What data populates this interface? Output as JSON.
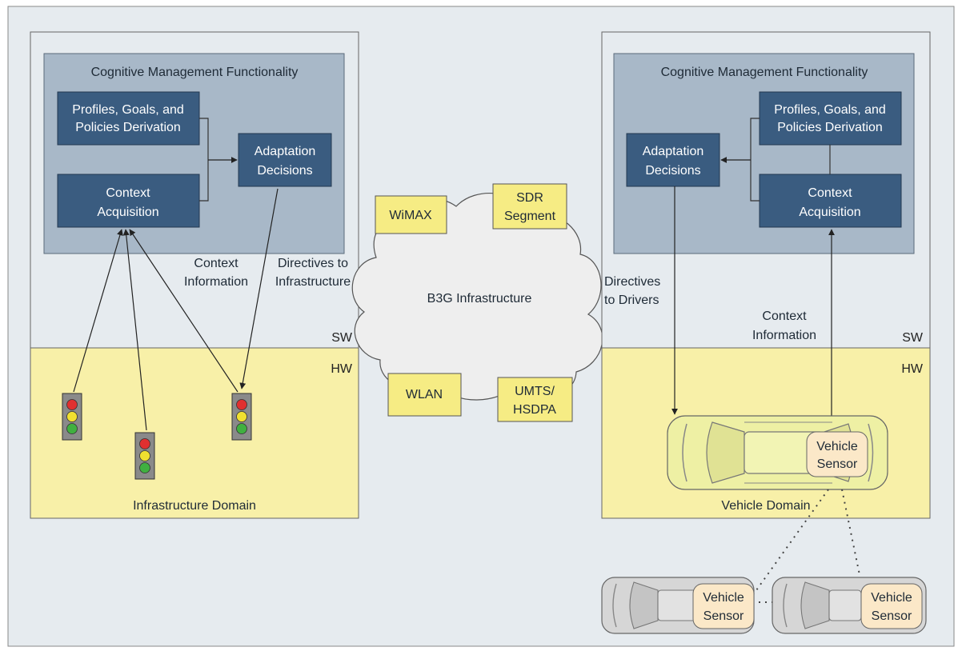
{
  "infrastructure_domain": {
    "label": "Infrastructure Domain",
    "sw_label": "SW",
    "hw_label": "HW",
    "cognitive": {
      "title": "Cognitive Management Functionality",
      "profiles_line1": "Profiles, Goals, and",
      "profiles_line2": "Policies Derivation",
      "context_line1": "Context",
      "context_line2": "Acquisition",
      "adaptation_line1": "Adaptation",
      "adaptation_line2": "Decisions"
    },
    "context_info_line1": "Context",
    "context_info_line2": "Information",
    "directives_line1": "Directives to",
    "directives_line2": "Infrastructure"
  },
  "b3g": {
    "label": "B3G Infrastructure",
    "wimax": "WiMAX",
    "sdr_line1": "SDR",
    "sdr_line2": "Segment",
    "wlan": "WLAN",
    "umts_line1": "UMTS/",
    "umts_line2": "HSDPA"
  },
  "vehicle_domain": {
    "label": "Vehicle Domain",
    "sw_label": "SW",
    "hw_label": "HW",
    "cognitive": {
      "title": "Cognitive Management Functionality",
      "profiles_line1": "Profiles, Goals, and",
      "profiles_line2": "Policies Derivation",
      "context_line1": "Context",
      "context_line2": "Acquisition",
      "adaptation_line1": "Adaptation",
      "adaptation_line2": "Decisions"
    },
    "directives_line1": "Directives",
    "directives_line2": "to Drivers",
    "context_info_line1": "Context",
    "context_info_line2": "Information",
    "sensor_line1": "Vehicle",
    "sensor_line2": "Sensor"
  },
  "other_vehicles": [
    {
      "sensor_line1": "Vehicle",
      "sensor_line2": "Sensor"
    },
    {
      "sensor_line1": "Vehicle",
      "sensor_line2": "Sensor"
    }
  ],
  "colors": {
    "sw_bg": "#e6ebef",
    "hw_bg": "#f8f0a8",
    "cognitive_bg": "#a8b8c8",
    "block_fill": "#3a5c80",
    "network_box": "#f6ec84",
    "cloud_fill": "#eeeeee",
    "vehicle_yellow": "#eef0a4",
    "vehicle_gray": "#d6d6d6",
    "sensor_fill": "#fbe8c8"
  }
}
